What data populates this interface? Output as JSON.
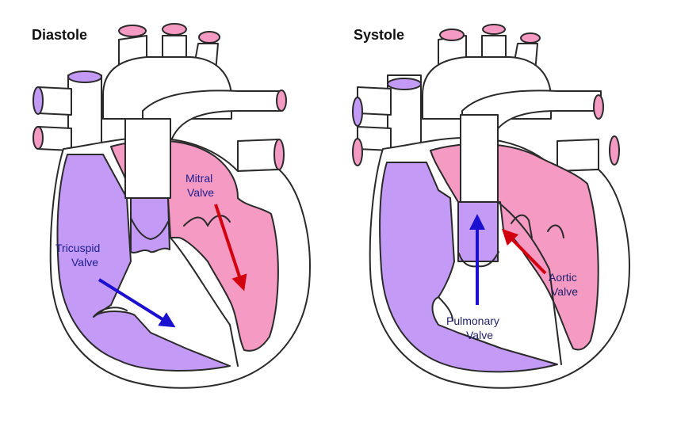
{
  "diagrams": [
    {
      "title": "Diastole",
      "labels": {
        "left_valve": [
          "Tricuspid",
          "Valve"
        ],
        "right_valve": [
          "Mitral",
          "Valve"
        ]
      },
      "arrows": {
        "left": "blue-arrow",
        "right": "red-arrow"
      }
    },
    {
      "title": "Systole",
      "labels": {
        "left_valve": [
          "Pulmonary",
          "Valve"
        ],
        "right_valve": [
          "Aortic",
          "Valve"
        ]
      },
      "arrows": {
        "left": "blue-arrow",
        "right": "red-arrow"
      }
    }
  ],
  "colors": {
    "right_heart": "#c39bf7",
    "left_heart": "#f49ac3",
    "vessel_ends_purple": "#c39bf7",
    "vessel_ends_pink": "#f49ac3",
    "blue_arrow": "#1c10d0",
    "red_arrow": "#d2000f",
    "outline": "#2a2a2a"
  }
}
